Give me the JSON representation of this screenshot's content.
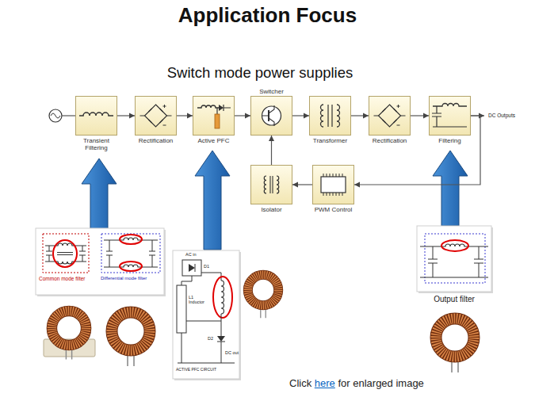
{
  "diagram": {
    "title": "Application Focus",
    "nodes": [
      {
        "text": [
          "Transient Filtering"
        ]
      },
      {
        "text": [
          "Rectification"
        ]
      },
      {
        "text": [
          "Active PFC"
        ]
      },
      {
        "text": [
          "Switcher"
        ]
      },
      {
        "text": [
          "Transformer"
        ]
      },
      {
        "text": [
          "Rectification"
        ]
      },
      {
        "text": [
          "Filtering"
        ]
      },
      {
        "text": [
          "Isolator"
        ]
      },
      {
        "text": [
          "PWM Control"
        ]
      }
    ],
    "edges": [
      {
        "from": 0,
        "to": 1,
        "arrow": "to"
      },
      {
        "from": 1,
        "to": 2,
        "arrow": "to"
      },
      {
        "from": 2,
        "to": 3,
        "arrow": "to"
      },
      {
        "from": 3,
        "to": 4,
        "arrow": "to"
      },
      {
        "from": 4,
        "to": 5,
        "arrow": "to"
      },
      {
        "from": 5,
        "to": 6,
        "arrow": "to"
      },
      {
        "from": 6,
        "to": 8,
        "arrow": "to"
      },
      {
        "from": 8,
        "to": 7,
        "arrow": "to"
      },
      {
        "from": 7,
        "to": 3,
        "arrow": "to"
      }
    ],
    "labels": [
      "Switch mode power supplies",
      "DC Outputs",
      "Common mode filter",
      "Differential mode filter",
      "AC in",
      "D1",
      "L1 Inductor",
      "D2",
      "DC out",
      "ACTIVE PFC CIRCUIT",
      "Output filter",
      "Click",
      "here",
      "for enlarged image"
    ]
  }
}
